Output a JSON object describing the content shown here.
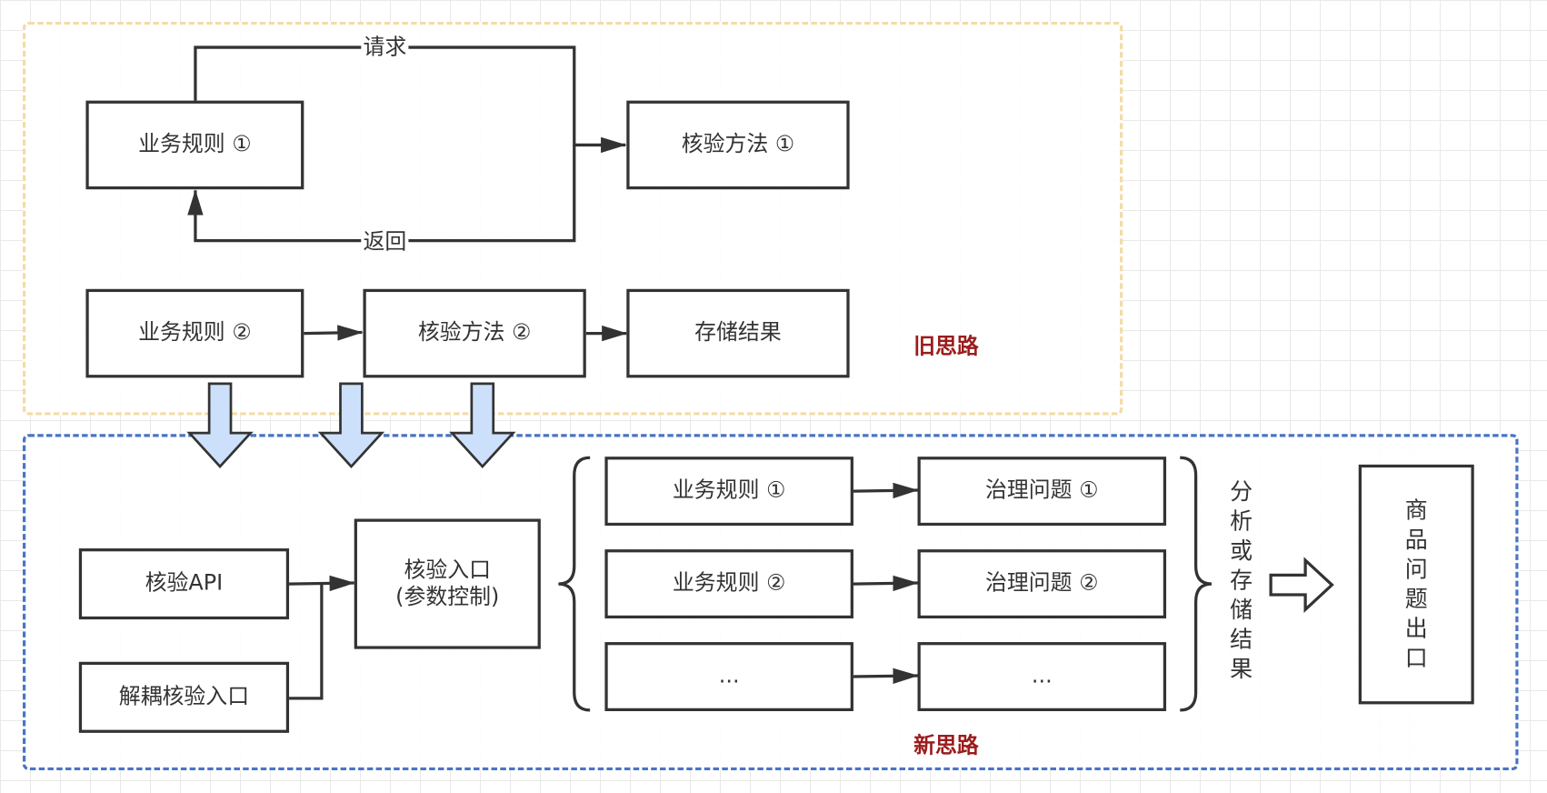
{
  "old_approach": {
    "title": "旧思路",
    "rule_1": "业务规则 ①",
    "check_method_1": "核验方法 ①",
    "request_label": "请求",
    "return_label": "返回",
    "rule_2": "业务规则 ②",
    "check_method_2": "核验方法 ②",
    "store_result": "存储结果"
  },
  "new_approach": {
    "title": "新思路",
    "check_api": "核验API",
    "decoupled_entry": "解耦核验入口",
    "check_entry_line1": "核验入口",
    "check_entry_line2": "(参数控制)",
    "rows": [
      {
        "rule": "业务规则 ①",
        "issue": "治理问题 ①"
      },
      {
        "rule": "业务规则 ②",
        "issue": "治理问题 ②"
      },
      {
        "rule": "...",
        "issue": "..."
      }
    ],
    "analysis_text": "分析或存储结果",
    "output_box": "商品问题出口"
  },
  "colors": {
    "old_region_border": "#f3dca6",
    "new_region_border": "#4a74c4",
    "title_red": "#9b1c1c",
    "down_arrow_fill": "#cce0fb"
  }
}
